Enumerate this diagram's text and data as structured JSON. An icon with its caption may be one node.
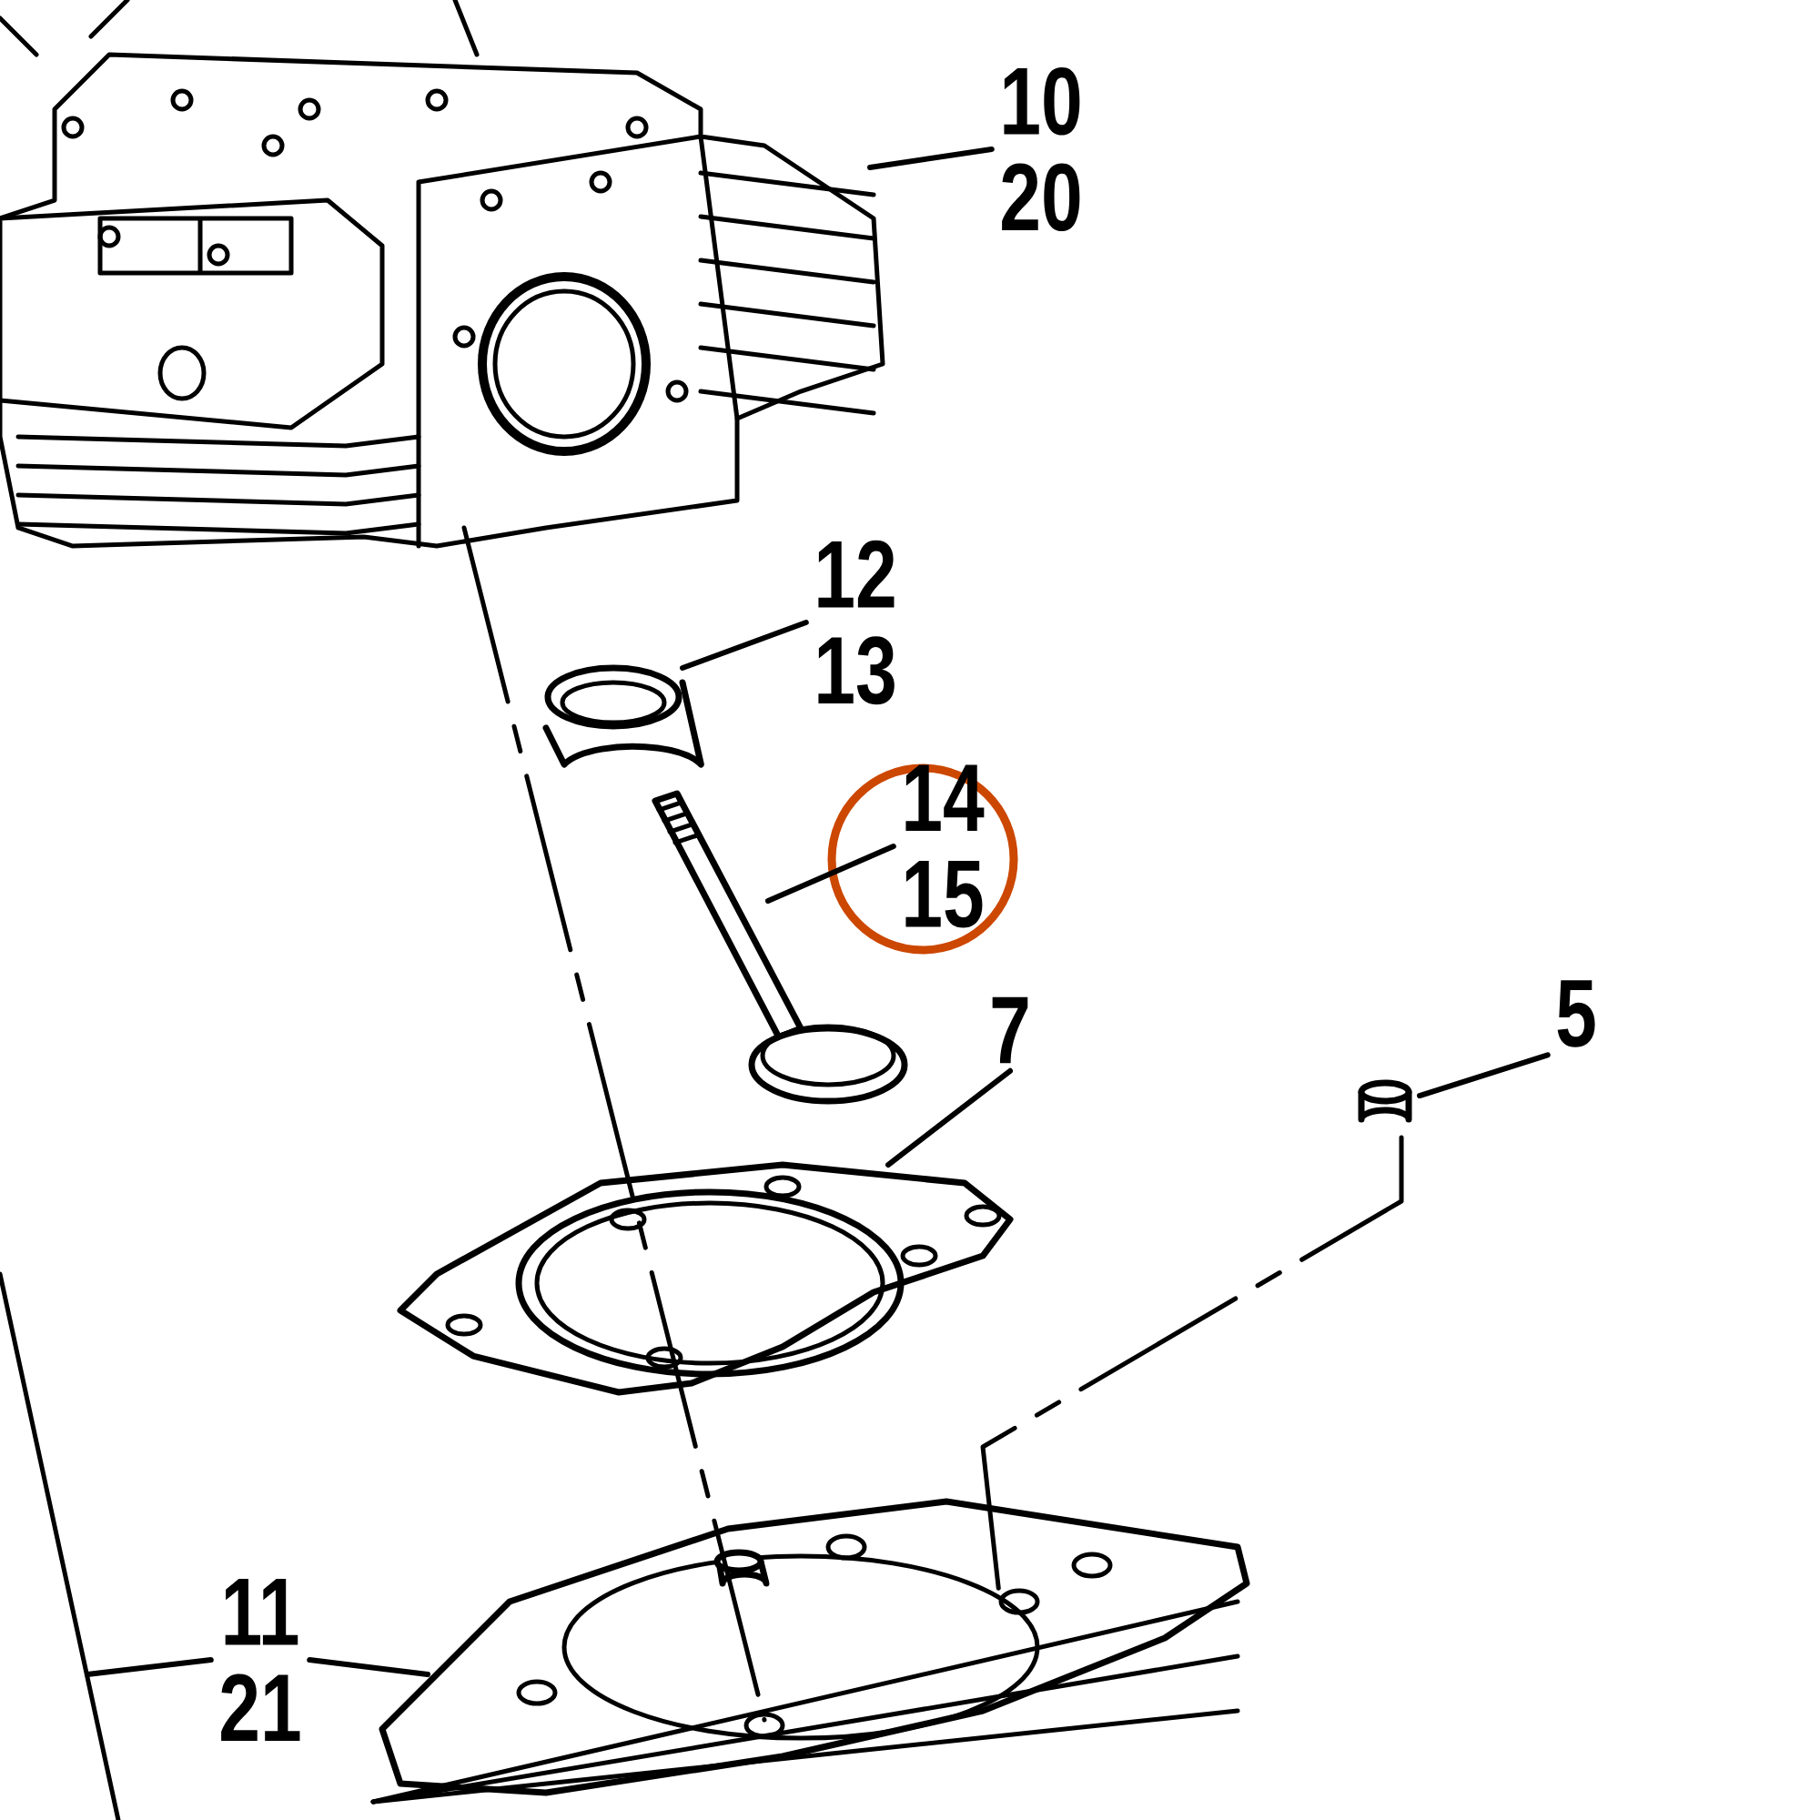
{
  "diagram": {
    "nodes": [
      {
        "text": [
          "10",
          "20"
        ]
      },
      {
        "text": [
          "12",
          "13"
        ]
      },
      {
        "text": [
          "14",
          "15"
        ]
      },
      {
        "text": [
          "7"
        ]
      },
      {
        "text": [
          "5"
        ]
      },
      {
        "text": [
          "11",
          "21"
        ]
      }
    ],
    "edges": [
      {
        "from": 0,
        "to": null,
        "arrow": "none"
      },
      {
        "from": 1,
        "to": null,
        "arrow": "none"
      },
      {
        "from": 2,
        "to": null,
        "arrow": "none"
      },
      {
        "from": 3,
        "to": null,
        "arrow": "none"
      },
      {
        "from": 4,
        "to": null,
        "arrow": "none"
      },
      {
        "from": 5,
        "to": null,
        "arrow": "none"
      },
      {
        "from": 5,
        "to": null,
        "arrow": "none"
      }
    ]
  }
}
